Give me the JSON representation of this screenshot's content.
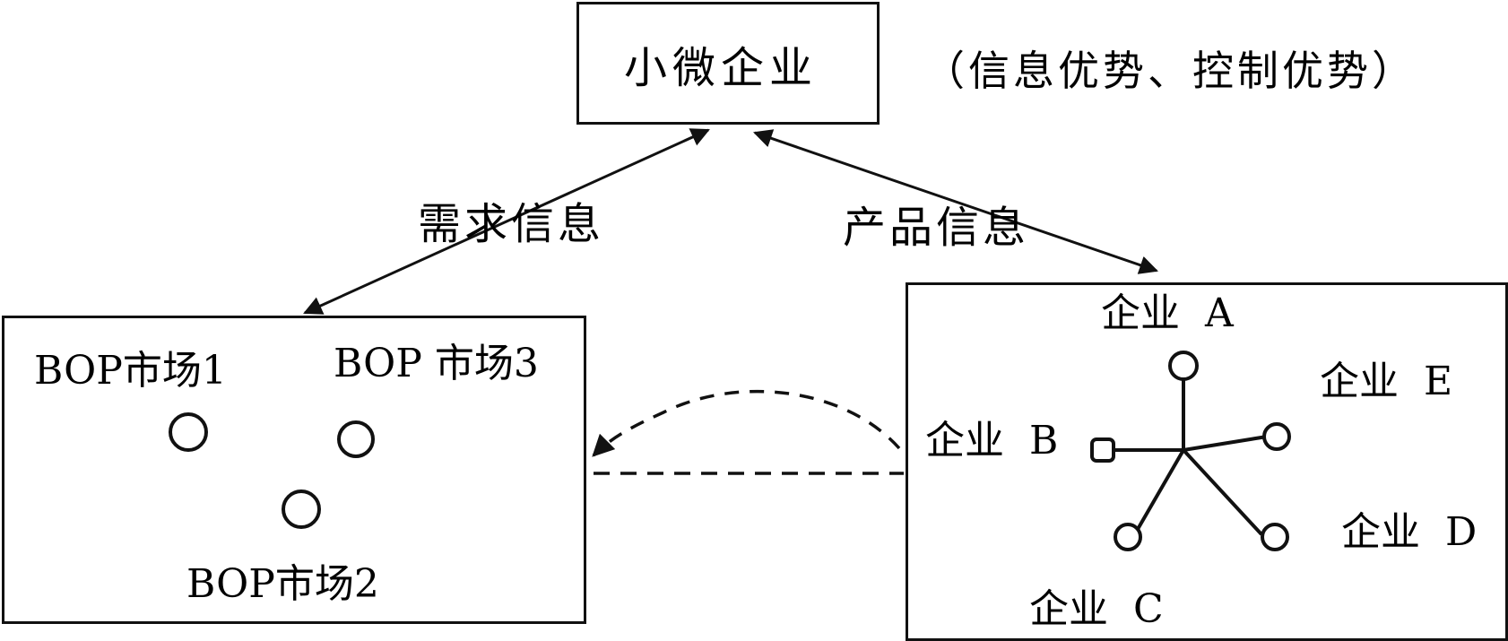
{
  "title_box": {
    "label": "小微企业",
    "note": "（信息优势、控制优势）"
  },
  "arrows": {
    "left_label": "需求信息",
    "right_label": "产品信息"
  },
  "bop_box": {
    "markets": [
      {
        "label": "BOP市场1"
      },
      {
        "label": "BOP 市场3"
      },
      {
        "label": "BOP市场2"
      }
    ]
  },
  "enterprise_box": {
    "enterprises": [
      {
        "label": "企业  A"
      },
      {
        "label": "企业  B"
      },
      {
        "label": "企业  C"
      },
      {
        "label": "企业  D"
      },
      {
        "label": "企业  E"
      }
    ]
  },
  "colors": {
    "stroke": "#111111",
    "background": "#ffffff"
  }
}
